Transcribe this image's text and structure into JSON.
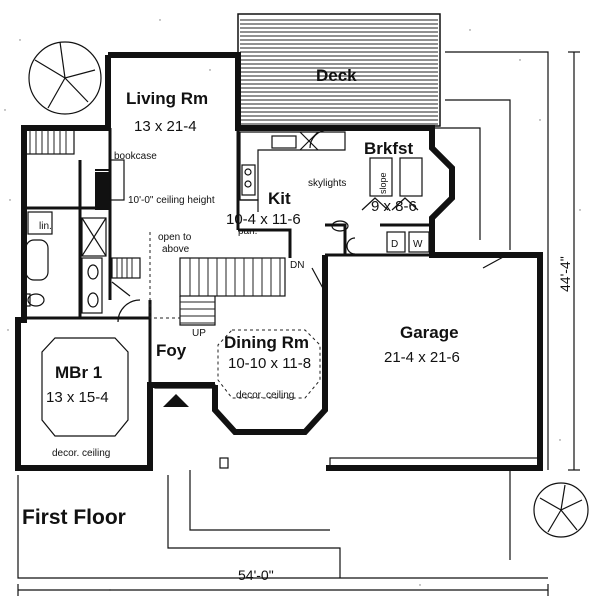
{
  "plan_title": "First Floor",
  "dimensions": {
    "width": "54'-0\"",
    "depth": "44'-4\""
  },
  "rooms": [
    {
      "id": "living",
      "name": "Living Rm",
      "size": "13 x 21-4"
    },
    {
      "id": "deck",
      "name": "Deck"
    },
    {
      "id": "brkfst",
      "name": "Brkfst",
      "size": "9 x 8-6"
    },
    {
      "id": "kit",
      "name": "Kit",
      "size": "10-4 x 11-6"
    },
    {
      "id": "dining",
      "name": "Dining Rm",
      "size": "10-10 x 11-8"
    },
    {
      "id": "garage",
      "name": "Garage",
      "size": "21-4 x 21-6"
    },
    {
      "id": "mbr",
      "name": "MBr  1",
      "size": "13 x 15-4"
    },
    {
      "id": "foy",
      "name": "Foy"
    }
  ],
  "notes": {
    "bookcase": "bookcase",
    "ceiling_height": "10'-0\" ceiling height",
    "skylights": "skylights",
    "slope": "slope",
    "open_to": "open to",
    "above": "above",
    "lin": "lin.",
    "pan": "pan.",
    "dn": "DN",
    "up": "UP",
    "decor_ceiling_dining": "decor. ceiling",
    "decor_ceiling_mbr": "decor. ceiling",
    "washer": "W",
    "dryer": "D"
  }
}
